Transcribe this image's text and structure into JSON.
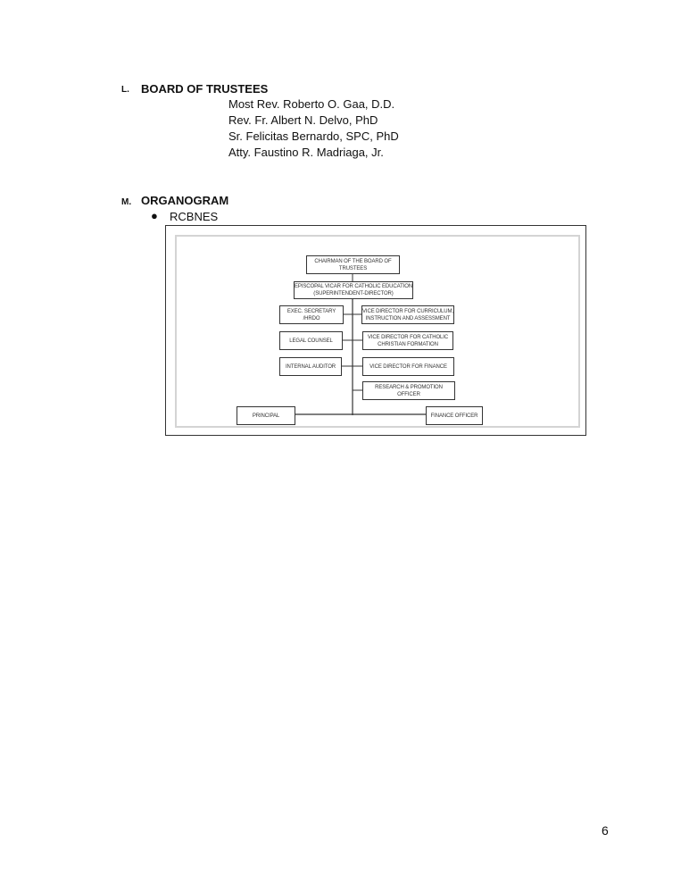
{
  "section_l": {
    "letter": "L.",
    "title": "BOARD OF TRUSTEES",
    "members": [
      "Most Rev. Roberto O. Gaa, D.D.",
      "Rev. Fr. Albert N. Delvo, PhD",
      "Sr. Felicitas Bernardo, SPC, PhD",
      "Atty. Faustino R. Madriaga, Jr."
    ]
  },
  "section_m": {
    "letter": "M.",
    "title": "ORGANOGRAM",
    "bullet": "RCBNES"
  },
  "organogram": {
    "chairman": "CHAIRMAN OF THE BOARD OF TRUSTEES",
    "vicar": "EPISCOPAL VICAR FOR CATHOLIC EDUCATION (SUPERINTENDENT-DIRECTOR)",
    "exec_secretary": "EXEC. SECRETARY /HRDO",
    "legal": "LEGAL COUNSEL",
    "auditor": "INTERNAL AUDITOR",
    "vd_curriculum": "VICE DIRECTOR FOR CURRICULUM, INSTRUCTION AND ASSESSMENT",
    "vd_formation": "VICE DIRECTOR FOR CATHOLIC CHRISTIAN FORMATION",
    "vd_finance": "VICE DIRECTOR FOR FINANCE",
    "research": "RESEARCH & PROMOTION OFFICER",
    "principal": "PRINCIPAL",
    "finance_officer": "FINANCE OFFICER"
  },
  "page_number": "6"
}
